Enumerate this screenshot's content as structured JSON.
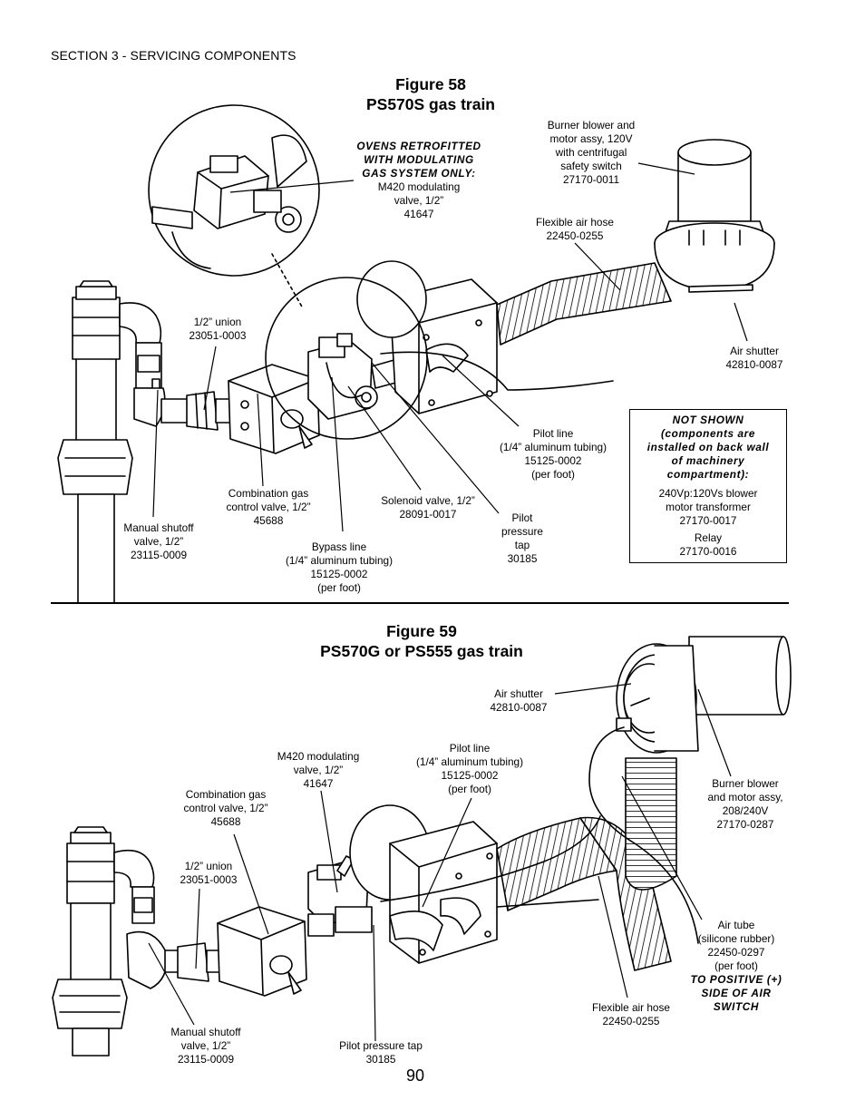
{
  "section_header": "SECTION 3 - SERVICING COMPONENTS",
  "page_number": "90",
  "fig58": {
    "title": [
      "Figure 58",
      "PS570S gas train"
    ],
    "labels": {
      "modulating_note": [
        "OVENS RETROFITTED",
        "WITH MODULATING",
        "GAS SYSTEM ONLY:"
      ],
      "m420_valve": [
        "M420 modulating",
        "valve, 1/2”",
        "41647"
      ],
      "burner_blower": [
        "Burner blower and",
        "motor assy, 120V",
        "with centrifugal",
        "safety switch",
        "27170-0011"
      ],
      "air_hose": [
        "Flexible air hose",
        "22450-0255"
      ],
      "union": [
        "1/2” union",
        "23051-0003"
      ],
      "air_shutter": [
        "Air shutter",
        "42810-0087"
      ],
      "pilot_line": [
        "Pilot line",
        "(1/4” aluminum tubing)",
        "15125-0002",
        "(per foot)"
      ],
      "combo_valve": [
        "Combination gas",
        "control valve, 1/2”",
        "45688"
      ],
      "solenoid_valve": [
        "Solenoid valve, 1/2”",
        "28091-0017"
      ],
      "pilot_tap": [
        "Pilot",
        "pressure",
        "tap",
        "30185"
      ],
      "manual_shutoff": [
        "Manual shutoff",
        "valve, 1/2”",
        "23115-0009"
      ],
      "bypass_line": [
        "Bypass line",
        "(1/4” aluminum tubing)",
        "15125-0002",
        "(per foot)"
      ]
    },
    "not_shown_box": {
      "heading": [
        "NOT SHOWN",
        "(components are",
        "installed on back wall",
        "of machinery",
        "compartment):"
      ],
      "transformer": [
        "240Vp:120Vs blower",
        "motor transformer",
        "27170-0017"
      ],
      "relay": [
        "Relay",
        "27170-0016"
      ]
    }
  },
  "fig59": {
    "title": [
      "Figure 59",
      "PS570G or PS555 gas train"
    ],
    "labels": {
      "air_shutter": [
        "Air shutter",
        "42810-0087"
      ],
      "pilot_line": [
        "Pilot line",
        "(1/4” aluminum tubing)",
        "15125-0002",
        "(per foot)"
      ],
      "m420_valve": [
        "M420 modulating",
        "valve, 1/2”",
        "41647"
      ],
      "combo_valve": [
        "Combination gas",
        "control valve, 1/2”",
        "45688"
      ],
      "burner_blower": [
        "Burner blower",
        "and motor assy,",
        "208/240V",
        "27170-0287"
      ],
      "union": [
        "1/2” union",
        "23051-0003"
      ],
      "air_tube": [
        "Air tube",
        "(silicone rubber)",
        "22450-0297",
        "(per foot)"
      ],
      "air_tube_note": [
        "TO POSITIVE (+)",
        "SIDE OF AIR",
        "SWITCH"
      ],
      "air_hose": [
        "Flexible air hose",
        "22450-0255"
      ],
      "manual_shutoff": [
        "Manual shutoff",
        "valve, 1/2”",
        "23115-0009"
      ],
      "pilot_tap": [
        "Pilot pressure tap",
        "30185"
      ]
    }
  }
}
